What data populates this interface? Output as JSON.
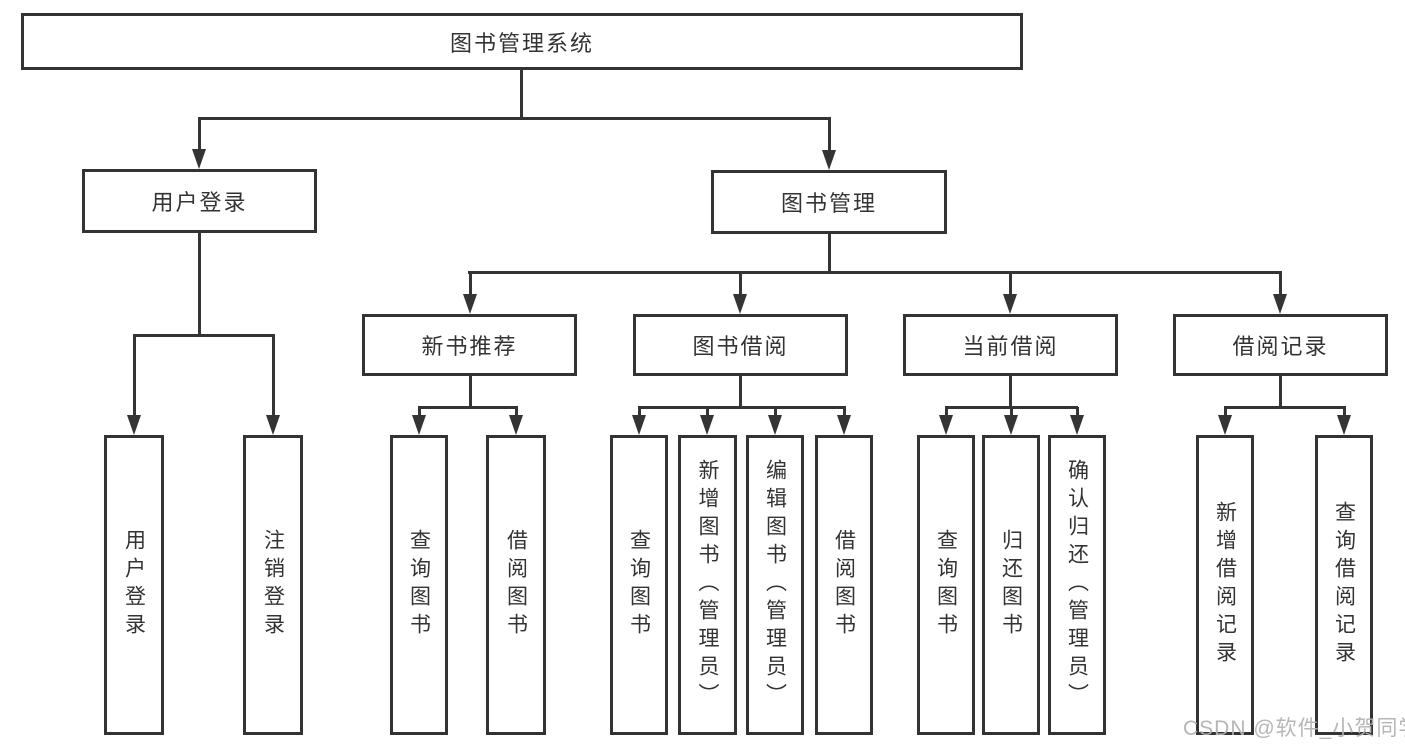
{
  "diagram": {
    "title": "图书管理系统",
    "root": {
      "label": "图书管理系统"
    },
    "level2": [
      {
        "label": "用户登录"
      },
      {
        "label": "图书管理"
      }
    ],
    "level3": [
      {
        "label": "新书推荐",
        "parent": "图书管理"
      },
      {
        "label": "图书借阅",
        "parent": "图书管理"
      },
      {
        "label": "当前借阅",
        "parent": "图书管理"
      },
      {
        "label": "借阅记录",
        "parent": "图书管理"
      }
    ],
    "leaves": [
      {
        "label": "用户登录",
        "parent": "用户登录"
      },
      {
        "label": "注销登录",
        "parent": "用户登录"
      },
      {
        "label": "查询图书",
        "parent": "新书推荐"
      },
      {
        "label": "借阅图书",
        "parent": "新书推荐"
      },
      {
        "label": "查询图书",
        "parent": "图书借阅"
      },
      {
        "label": "新增图书（管理员）",
        "parent": "图书借阅"
      },
      {
        "label": "编辑图书（管理员）",
        "parent": "图书借阅"
      },
      {
        "label": "借阅图书",
        "parent": "图书借阅"
      },
      {
        "label": "查询图书",
        "parent": "当前借阅"
      },
      {
        "label": "归还图书",
        "parent": "当前借阅"
      },
      {
        "label": "确认归还（管理员）",
        "parent": "当前借阅"
      },
      {
        "label": "新增借阅记录",
        "parent": "借阅记录"
      },
      {
        "label": "查询借阅记录",
        "parent": "借阅记录"
      }
    ],
    "line_color": "#343434",
    "box_border_color": "#333333",
    "text_color": "#333333"
  },
  "watermark": {
    "text": "CSDN @软件_小贺同学"
  }
}
